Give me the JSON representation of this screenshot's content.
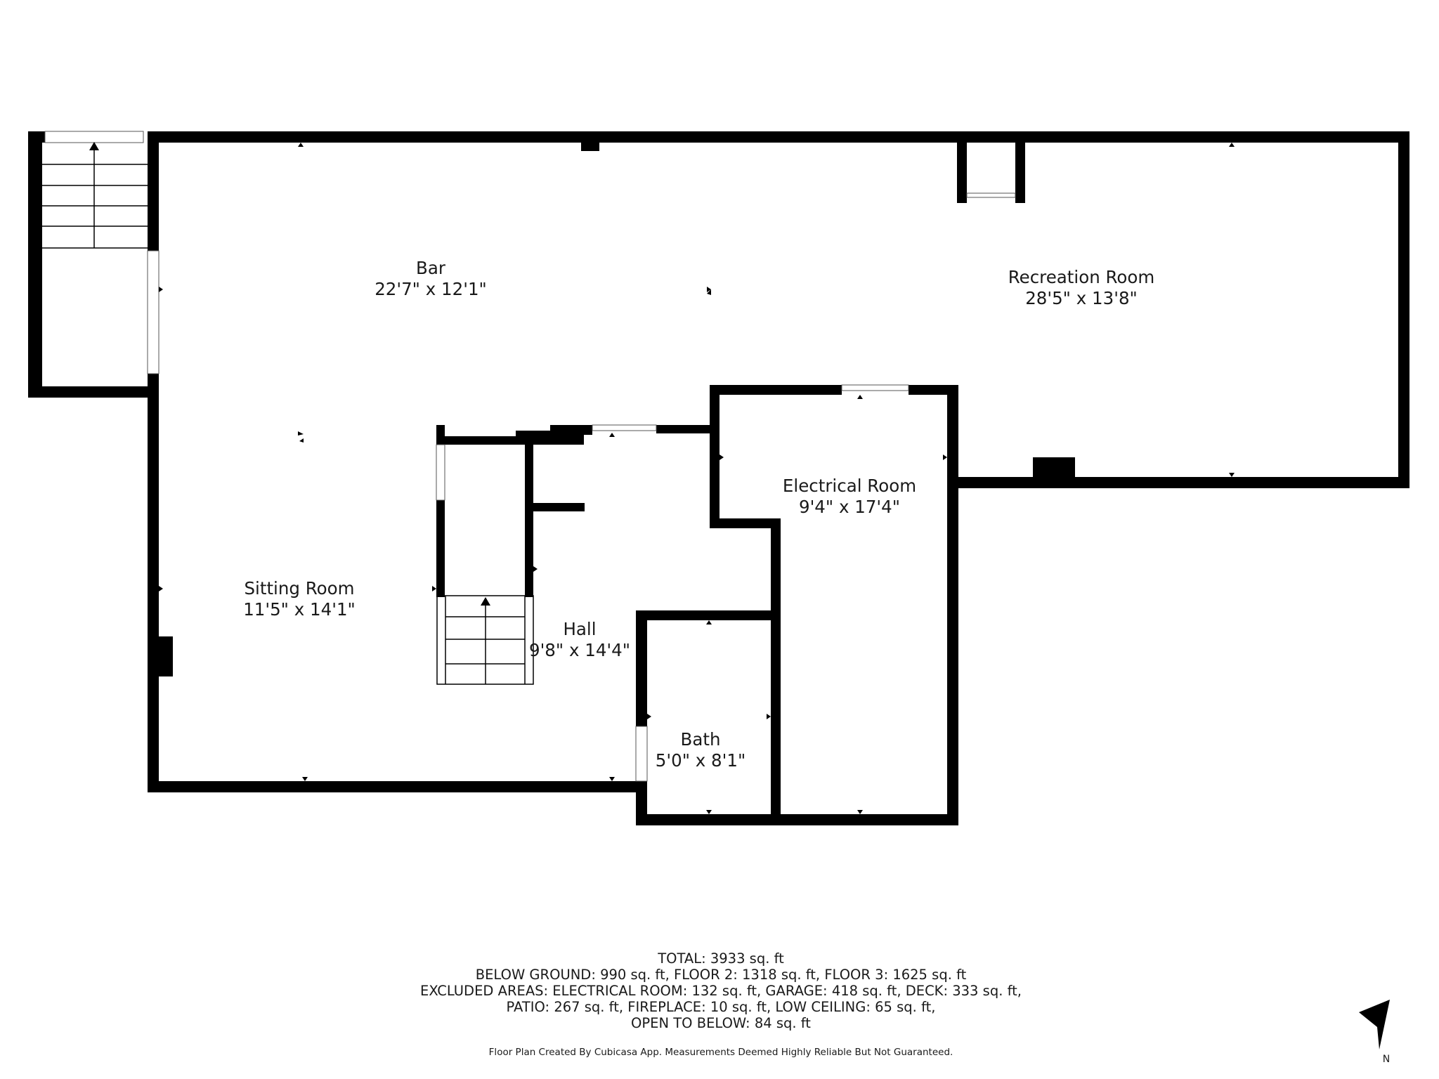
{
  "rooms": {
    "bar": {
      "name": "Bar",
      "dims": "22'7\" x 12'1\""
    },
    "recreation": {
      "name": "Recreation Room",
      "dims": "28'5\" x 13'8\""
    },
    "electrical": {
      "name": "Electrical Room",
      "dims": "9'4\" x 17'4\""
    },
    "sitting": {
      "name": "Sitting Room",
      "dims": "11'5\" x 14'1\""
    },
    "hall": {
      "name": "Hall",
      "dims": "9'8\" x 14'4\""
    },
    "bath": {
      "name": "Bath",
      "dims": "5'0\" x 8'1\""
    }
  },
  "summary": {
    "line1": "TOTAL: 3933 sq. ft",
    "line2": "BELOW GROUND: 990 sq. ft, FLOOR 2: 1318 sq. ft, FLOOR 3: 1625 sq. ft",
    "line3": "EXCLUDED AREAS: ELECTRICAL ROOM: 132 sq. ft, GARAGE: 418 sq. ft, DECK: 333 sq. ft,",
    "line4": "PATIO: 267 sq. ft, FIREPLACE: 10 sq. ft, LOW CEILING: 65 sq. ft,",
    "line5": "OPEN TO BELOW: 84 sq. ft"
  },
  "credit": "Floor Plan Created By Cubicasa App. Measurements Deemed Highly Reliable But Not Guaranteed.",
  "compass": {
    "label": "N"
  },
  "colors": {
    "wall": "#000000",
    "background": "#ffffff",
    "text": "#1a1a1a"
  }
}
